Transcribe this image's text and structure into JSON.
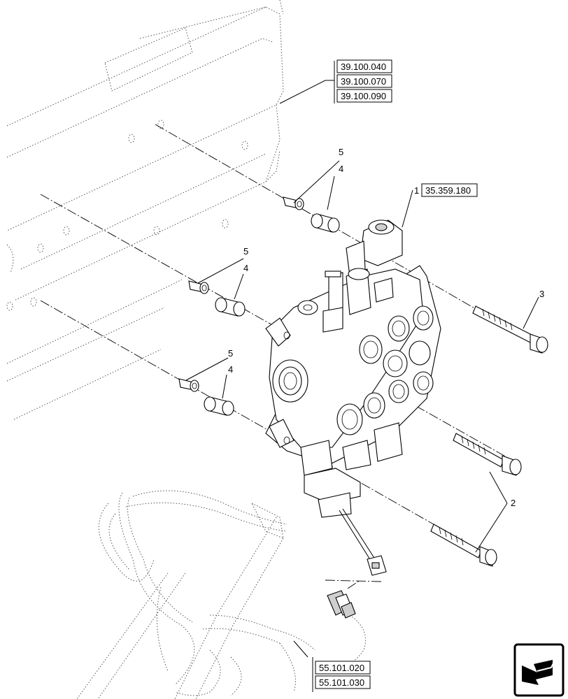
{
  "references": {
    "frame": [
      "39.100.040",
      "39.100.070",
      "39.100.090"
    ],
    "valve": "35.359.180",
    "harness": [
      "55.101.020",
      "55.101.030"
    ]
  },
  "callouts": {
    "valve": "1",
    "bolt_long": "2",
    "bolt_top": "3",
    "spacer": "4",
    "bushing": "5"
  },
  "nav_icon": "previous-page-arrow-icon"
}
